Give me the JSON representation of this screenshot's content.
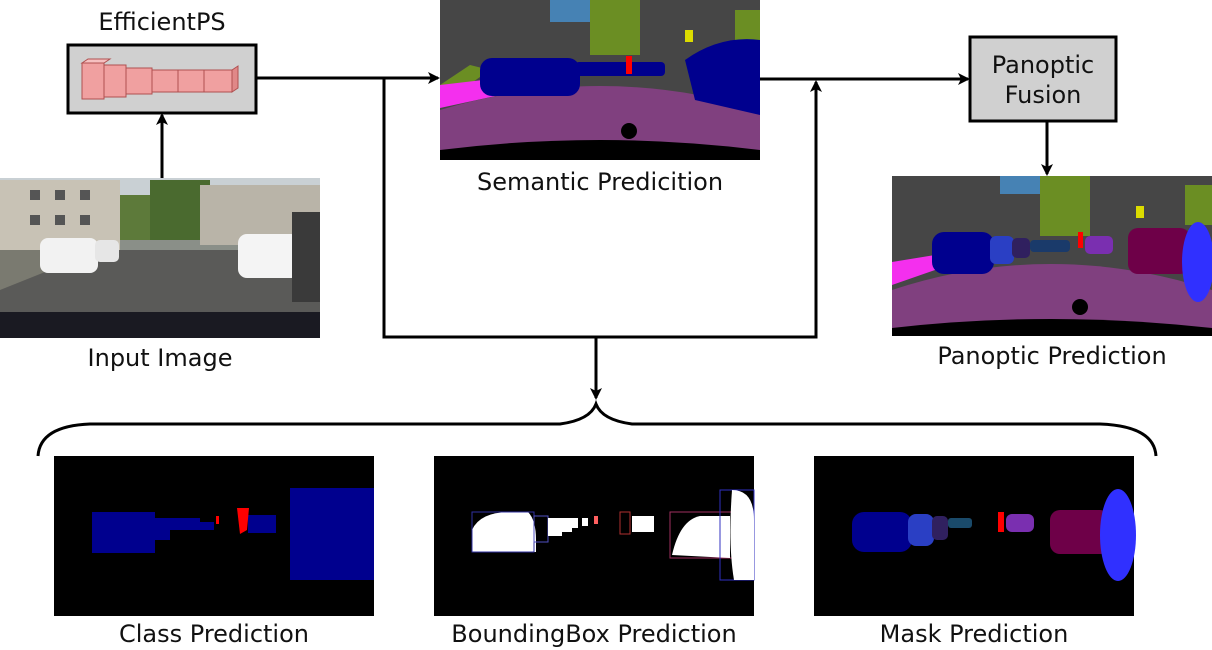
{
  "nodes": {
    "backbone": "EfficientPS",
    "input": "Input Image",
    "semantic": "Semantic Predicition",
    "fusion_line1": "Panoptic",
    "fusion_line2": "Fusion",
    "panoptic": "Panoptic Prediction",
    "class": "Class Prediction",
    "bbox": "BoundingBox Prediction",
    "mask": "Mask Prediction"
  },
  "colors": {
    "road": "#80407f",
    "sidewalk": "#f42fee",
    "building": "#464646",
    "vegetation": "#6b8e23",
    "sky": "#4682b4",
    "car": "#00008e",
    "person": "#ff0000",
    "sign": "#dcdc00",
    "box_fill": "#d0d0d0",
    "block_fill": "#f0a0a0"
  }
}
